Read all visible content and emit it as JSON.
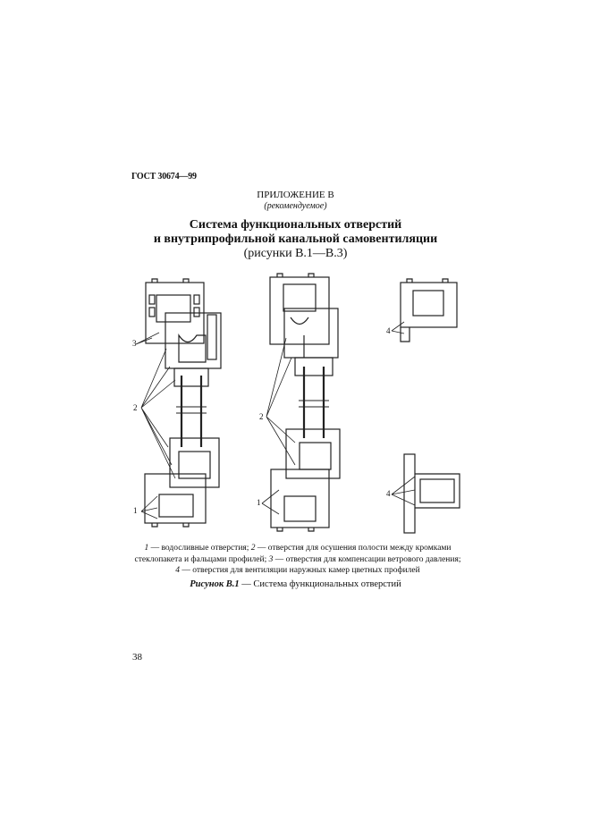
{
  "header": {
    "document_code": "ГОСТ 30674—99"
  },
  "annex": {
    "title": "ПРИЛОЖЕНИЕ В",
    "status": "(рекомендуемое)"
  },
  "section": {
    "title_line1": "Система функциональных отверстий",
    "title_line2": "и внутрипрофильной канальной самовентиляции",
    "figures_ref": "(рисунки В.1—В.3)"
  },
  "figure": {
    "callouts": [
      "1",
      "2",
      "3",
      "4"
    ],
    "legend": [
      {
        "num": "1",
        "text": " — водосливные отверстия; "
      },
      {
        "num": "2",
        "text": " — отверстия для осушения полости между кромками стеклопакета и фальцами профилей; "
      },
      {
        "num": "3",
        "text": " — отверстия для компенсации ветрового давления; "
      },
      {
        "num": "4",
        "text": " — отверстия для вентиляции наружных камер цветных профилей"
      }
    ],
    "caption_label": "Рисунок В.1",
    "caption_text": " — Система функциональных отверстий"
  },
  "footer": {
    "page_number": "38"
  }
}
